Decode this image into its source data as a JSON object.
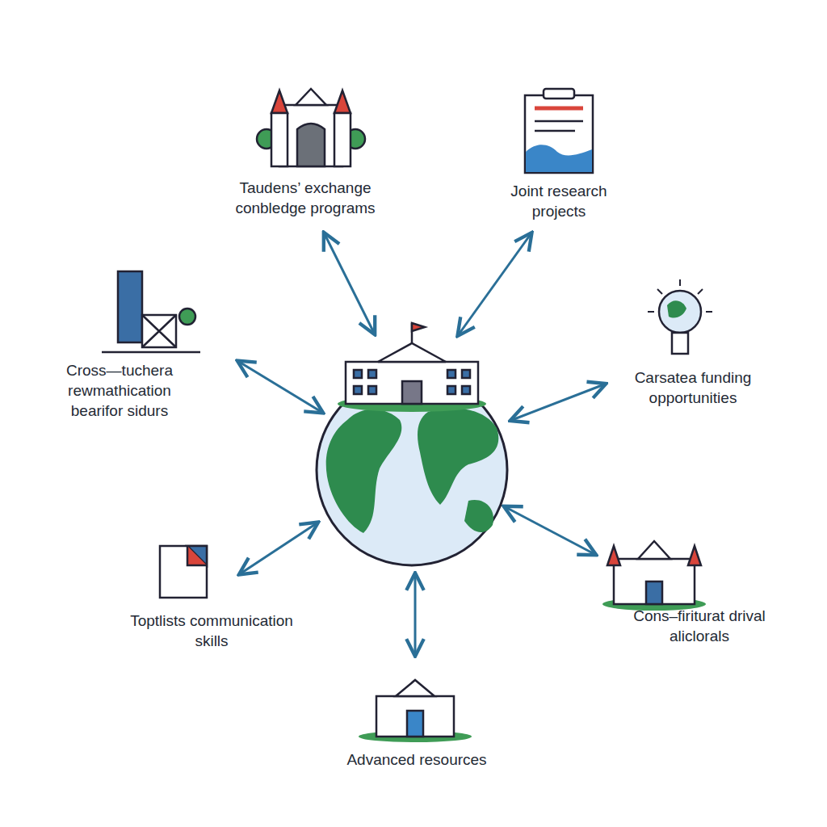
{
  "diagram": {
    "labels": [
      "Taudens’ exchange conbledge programs",
      "Joint research projects",
      "Cross—tuchera rewmathication bearifor sidurs",
      "Carsatea funding opportunities",
      "Toptlists communication skills",
      "Cons–firiturat drival aliclorals",
      "Advanced resources"
    ]
  }
}
